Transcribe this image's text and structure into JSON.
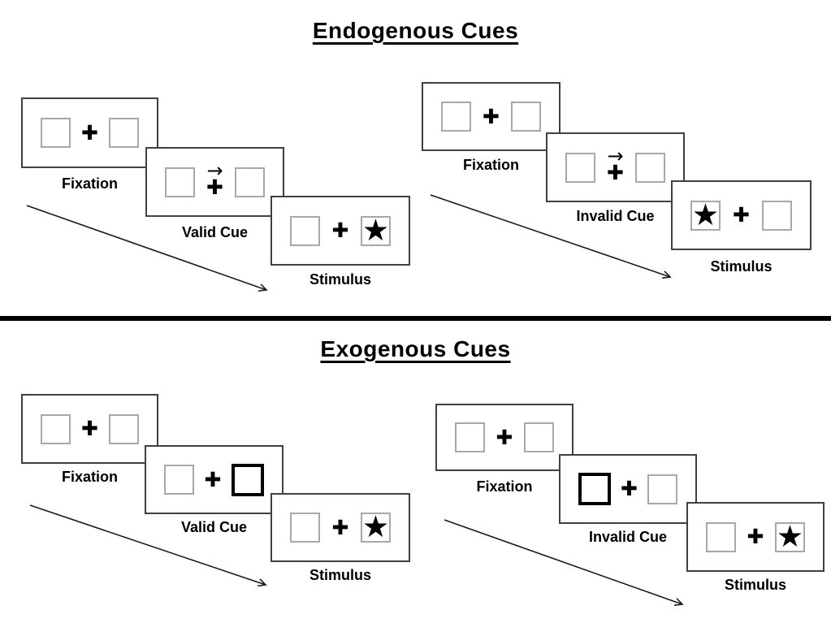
{
  "page": {
    "background": "#ffffff"
  },
  "divider": {
    "color": "#000000"
  },
  "icons": {
    "plus": "✚",
    "star": "★",
    "cue_arrow": "→"
  },
  "colors": {
    "frame_border": "#404040",
    "placeholder_border": "#a8a8a8",
    "exogenous_cue_border": "#000000",
    "symbol": "#000000",
    "divider": "#000000"
  },
  "sections": [
    {
      "title": "Endogenous Cues",
      "trials": [
        {
          "name": "valid",
          "frames": [
            {
              "label": "Fixation"
            },
            {
              "label": "Valid Cue"
            },
            {
              "label": "Stimulus"
            }
          ]
        },
        {
          "name": "invalid",
          "frames": [
            {
              "label": "Fixation"
            },
            {
              "label": "Invalid Cue"
            },
            {
              "label": "Stimulus"
            }
          ]
        }
      ]
    },
    {
      "title": "Exogenous Cues",
      "trials": [
        {
          "name": "valid",
          "frames": [
            {
              "label": "Fixation"
            },
            {
              "label": "Valid Cue"
            },
            {
              "label": "Stimulus"
            }
          ]
        },
        {
          "name": "invalid",
          "frames": [
            {
              "label": "Fixation"
            },
            {
              "label": "Invalid Cue"
            },
            {
              "label": "Stimulus"
            }
          ]
        }
      ]
    }
  ]
}
